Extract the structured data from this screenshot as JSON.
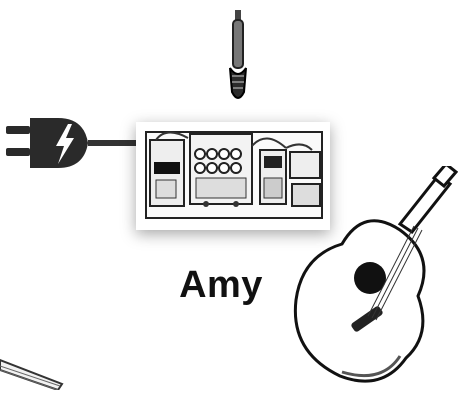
{
  "scene": {
    "name_label": "Amy",
    "icons": {
      "microphone": "microphone-icon",
      "power_plug": "power-plug-icon",
      "pedalboard": "pedalboard-image",
      "guitar": "acoustic-guitar-image",
      "corner": "partial-instrument-image"
    }
  }
}
